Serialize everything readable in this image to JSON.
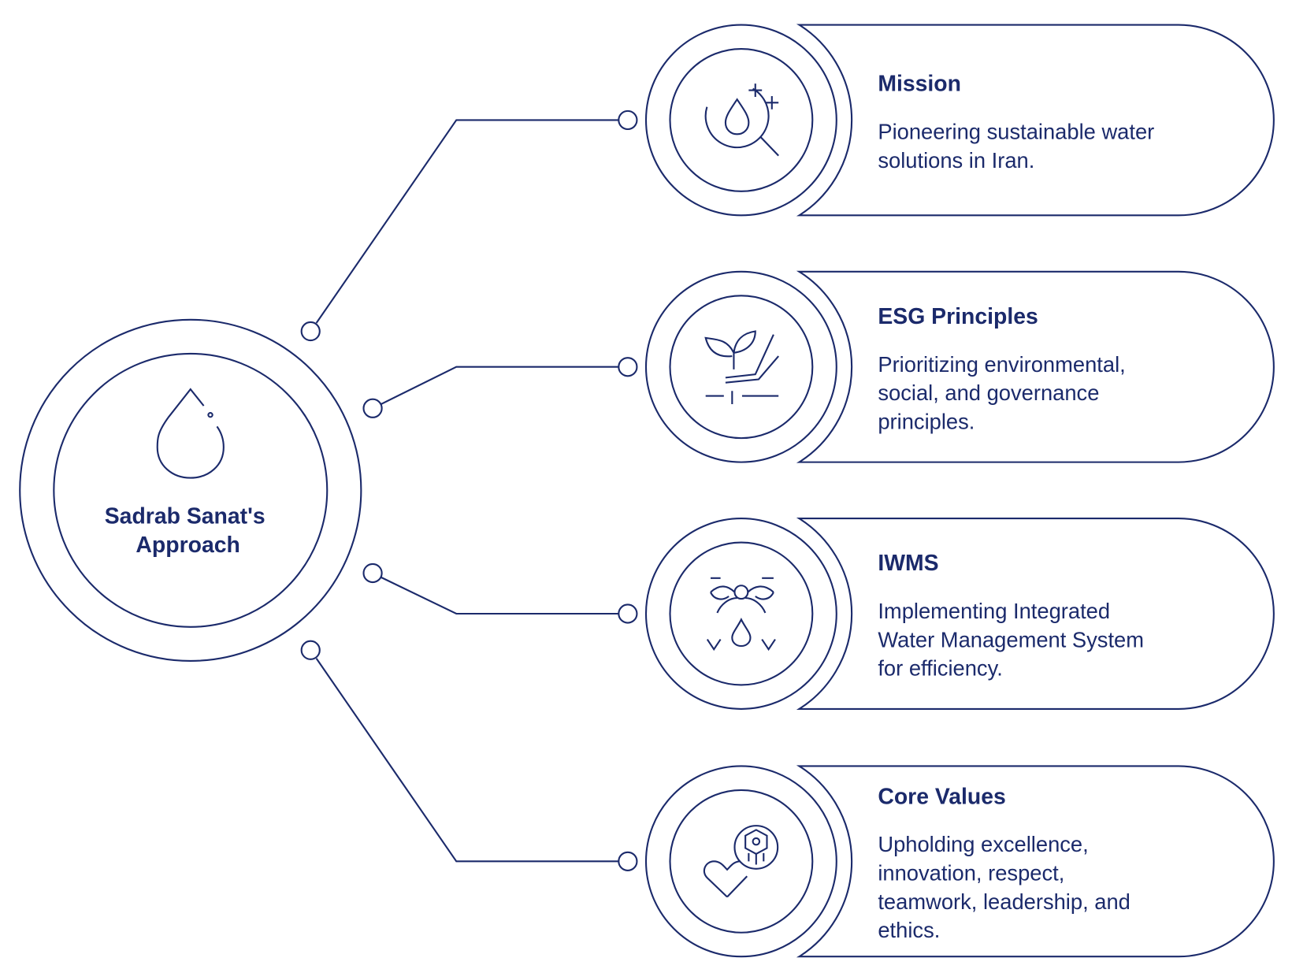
{
  "center": {
    "lines": [
      "Sadrab Sanat's",
      "Approach"
    ],
    "icon": "water-drop-icon"
  },
  "items": [
    {
      "title": "Mission",
      "lines": [
        "Pioneering sustainable water",
        "solutions in Iran."
      ],
      "icon": "water-drop-search-icon"
    },
    {
      "title": "ESG Principles",
      "lines": [
        "Prioritizing environmental,",
        "social, and governance",
        "principles."
      ],
      "icon": "plant-hand-icon"
    },
    {
      "title": "IWMS",
      "lines": [
        "Implementing Integrated",
        "Water Management System",
        "for efficiency."
      ],
      "icon": "water-system-icon"
    },
    {
      "title": "Core Values",
      "lines": [
        "Upholding excellence,",
        "innovation, respect,",
        "teamwork, leadership, and",
        "ethics."
      ],
      "icon": "heart-badge-icon"
    }
  ],
  "colors": {
    "primary": "#1b2a6b"
  }
}
